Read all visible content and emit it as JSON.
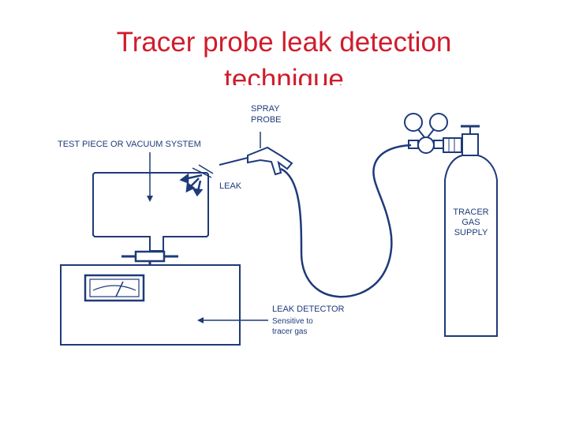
{
  "slide": {
    "title_line1": "Tracer probe leak detection",
    "title_line2": "technique"
  },
  "diagram": {
    "spray_probe_line1": "SPRAY",
    "spray_probe_line2": "PROBE",
    "test_piece": "TEST PIECE OR VACUUM SYSTEM",
    "leak": "LEAK",
    "tracer_line1": "TRACER",
    "tracer_line2": "GAS",
    "tracer_line3": "SUPPLY",
    "detector_line1": "LEAK DETECTOR",
    "detector_line2": "Sensitive to",
    "detector_line3": "tracer gas"
  },
  "colors": {
    "title": "#d01c2c",
    "ink": "#1f3a7a"
  }
}
